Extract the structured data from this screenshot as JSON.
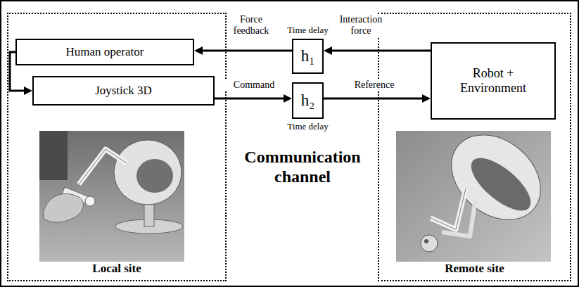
{
  "diagram": {
    "nodes": [
      {
        "text": [
          "Local site"
        ]
      },
      {
        "text": [
          "Human operator"
        ],
        "in": 0
      },
      {
        "text": [
          "Joystick 3D"
        ],
        "in": 0
      },
      {
        "text": [
          "Time delay",
          "h₁"
        ]
      },
      {
        "text": [
          "h₂",
          "Time delay"
        ]
      },
      {
        "text": [
          "Remote site"
        ]
      },
      {
        "text": [
          "Robot + Environment"
        ],
        "in": 5
      }
    ],
    "edges": [
      {
        "from": 6,
        "to": 3,
        "arrow": "to",
        "label": "Interaction force"
      },
      {
        "from": 3,
        "to": 1,
        "arrow": "to",
        "label": "Force feedback"
      },
      {
        "from": 1,
        "to": 2,
        "arrow": "to"
      },
      {
        "from": 2,
        "to": 4,
        "arrow": "to",
        "label": "Command"
      },
      {
        "from": 4,
        "to": 6,
        "arrow": "to",
        "label": "Reference"
      }
    ],
    "labels": [
      "Communication channel"
    ]
  }
}
